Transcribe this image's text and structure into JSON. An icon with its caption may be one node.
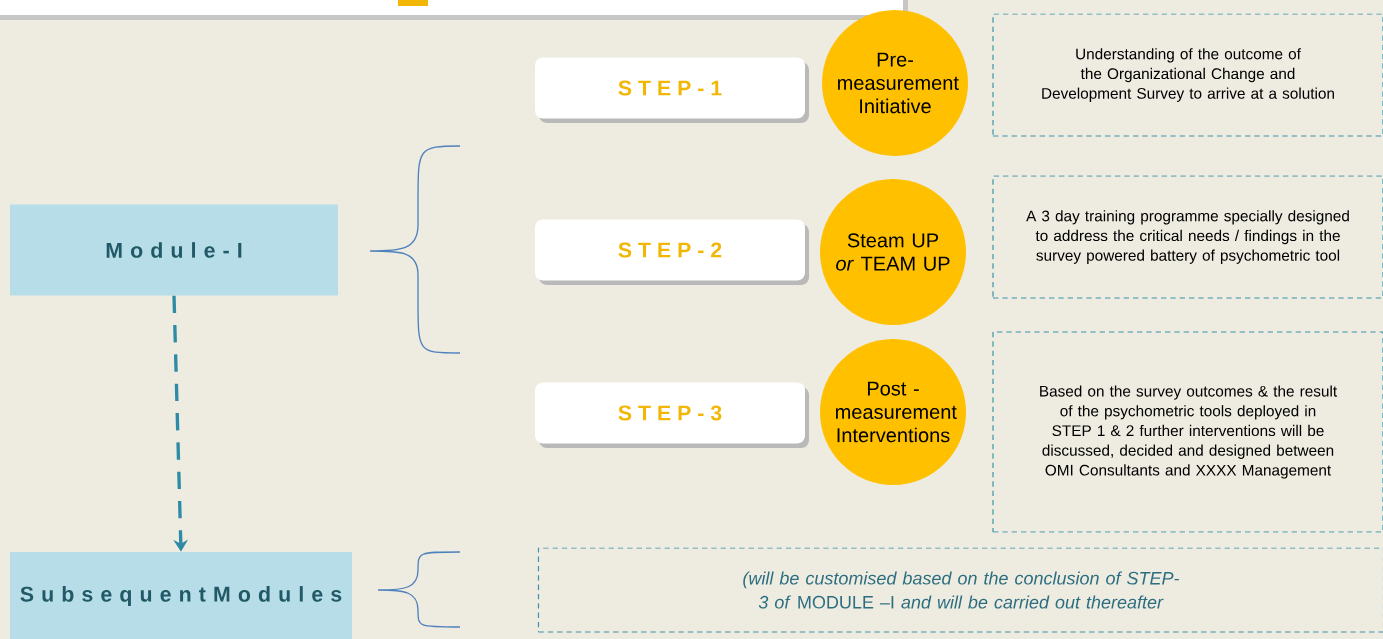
{
  "diagram": {
    "nodes": [
      {
        "text": [
          "M o d u l e - I"
        ]
      },
      {
        "text": [
          "S u b s e q u e n t M o d u l e s"
        ]
      },
      {
        "text": [
          "S T E P - 1"
        ]
      },
      {
        "text": [
          "Pre- measurement Initiative"
        ]
      },
      {
        "text": [
          "Understanding of the outcome of the Organizational Change and Development Survey to arrive at a solution"
        ]
      },
      {
        "text": [
          "S T E P - 2"
        ]
      },
      {
        "text": [
          "Steam UP *or* TEAM UP"
        ]
      },
      {
        "text": [
          "A 3 day training programme specially designed to address the critical needs / findings in the survey powered battery of psychometric tool"
        ]
      },
      {
        "text": [
          "S T E P - 3"
        ]
      },
      {
        "text": [
          "Post - measurement Interventions"
        ]
      },
      {
        "text": [
          "Based on the survey outcomes & the result of the psychometric tools deployed in STEP 1 & 2 further interventions will be discussed, decided and designed between OMI Consultants and XXXX Management"
        ]
      },
      {
        "text": [
          "*(will be customised based on the conclusion of STEP-3 of* MODULE –I *and will be carried out thereafter*"
        ]
      }
    ],
    "edges": [
      {
        "from": 0,
        "to": 1,
        "arrow": "to",
        "style": "dashed"
      }
    ]
  }
}
